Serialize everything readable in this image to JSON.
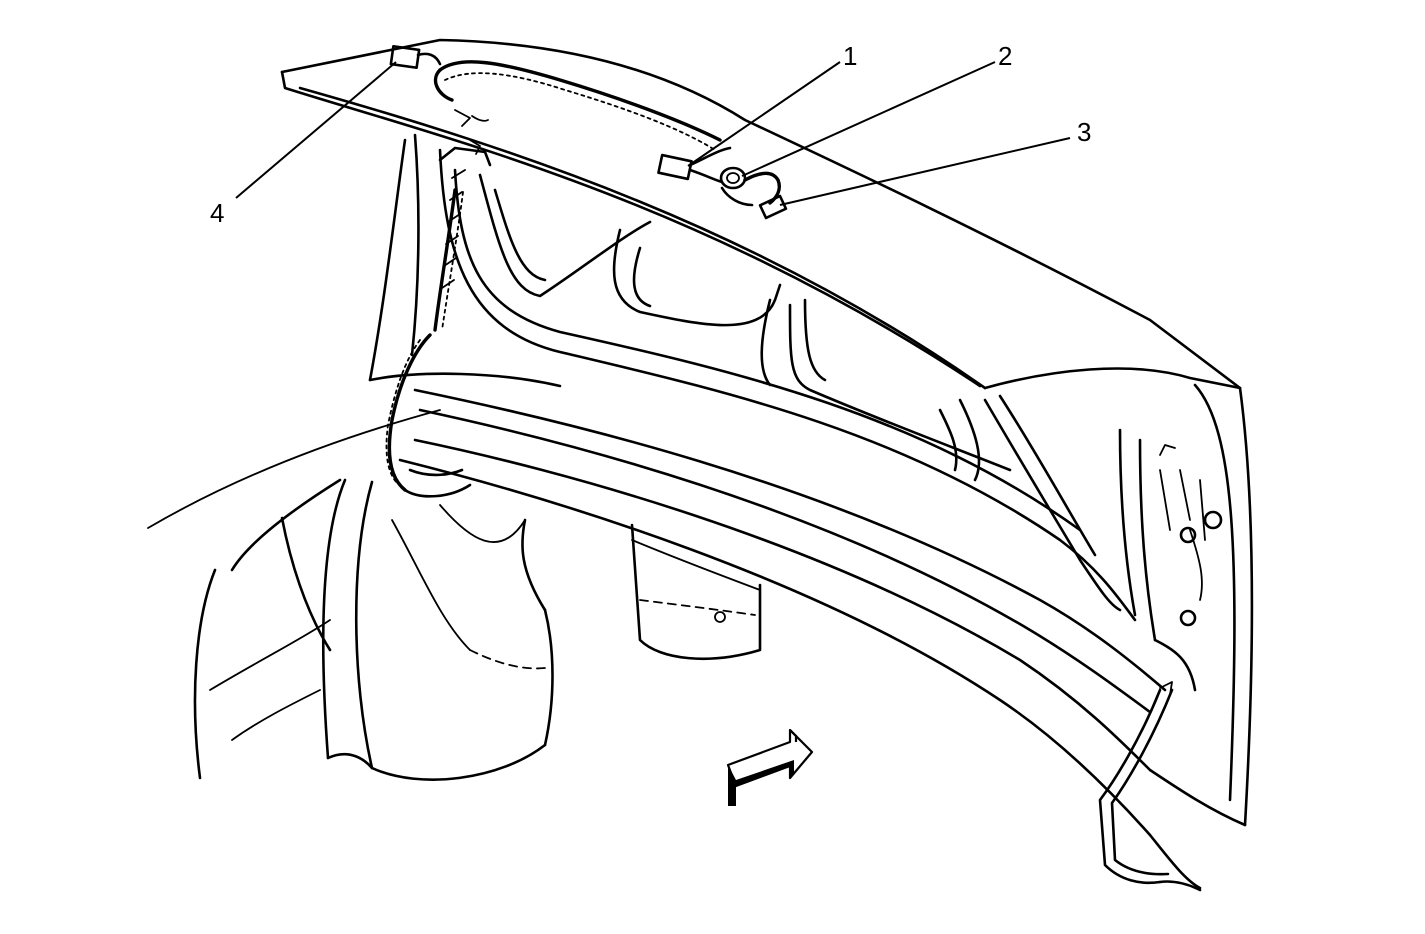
{
  "callouts": [
    {
      "number": "1",
      "name": "connector"
    },
    {
      "number": "2",
      "name": "grommet"
    },
    {
      "number": "3",
      "name": "connector"
    },
    {
      "number": "4",
      "name": "connector"
    }
  ],
  "direction_arrow": "front-of-vehicle-arrow",
  "colors": {
    "line": "#000000",
    "background": "#ffffff"
  }
}
